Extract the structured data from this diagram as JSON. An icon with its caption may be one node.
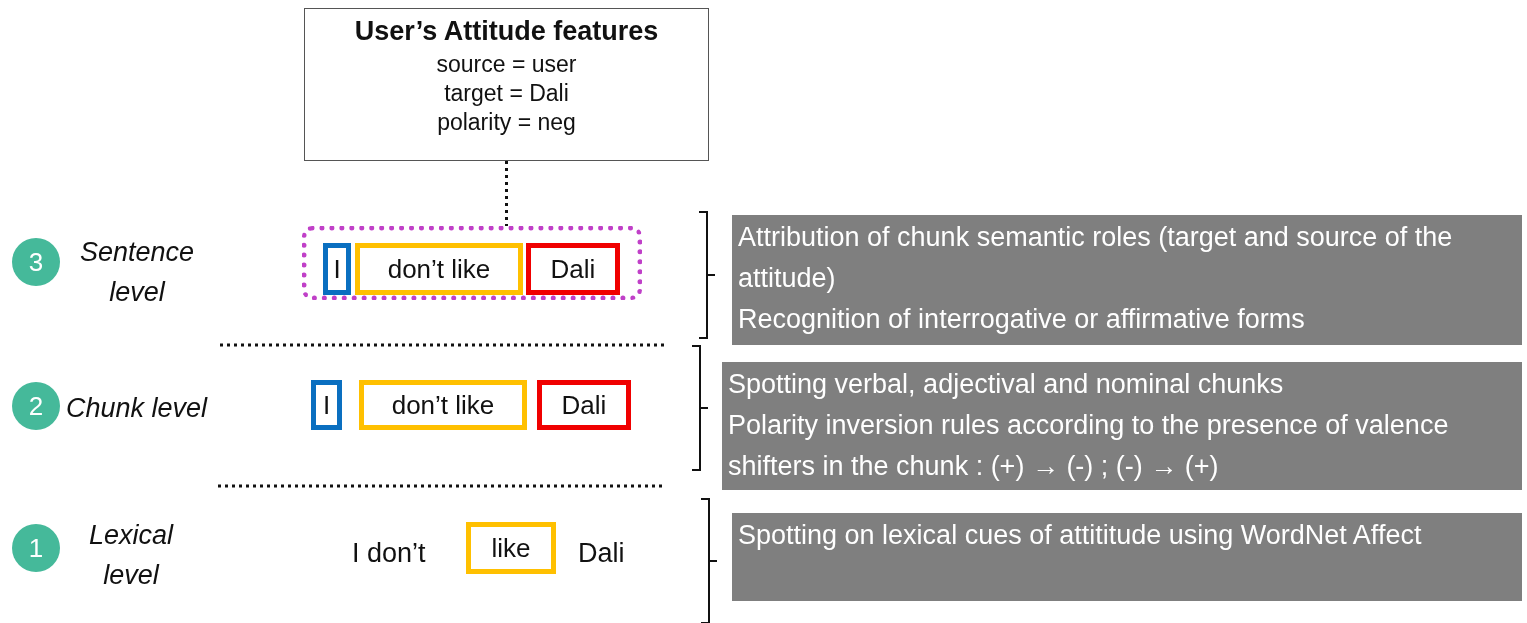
{
  "diagram": {
    "nodes": [
      {
        "text": [
          "User’s Attitude features",
          "source = user",
          "target = Dali",
          "polarity = neg"
        ]
      },
      {
        "text": [
          "3"
        ],
        "beside": [
          "Sentence level"
        ]
      },
      {
        "text": [],
        "shape": "box"
      },
      {
        "text": [
          "I"
        ],
        "in": 2
      },
      {
        "text": [
          "don’t like"
        ],
        "in": 2
      },
      {
        "text": [
          "Dali"
        ],
        "in": 2
      },
      {
        "text": [
          "Attribution of chunk semantic roles (target and source of the attitude)",
          "Recognition of interrogative or affirmative forms"
        ]
      },
      {
        "text": [
          "2"
        ],
        "beside": [
          "Chunk level"
        ]
      },
      {
        "text": [
          "I"
        ]
      },
      {
        "text": [
          "don’t like"
        ]
      },
      {
        "text": [
          "Dali"
        ]
      },
      {
        "text": [
          "Spotting verbal, adjectival and nominal chunks",
          "Polarity inversion rules according to the presence of valence shifters in the chunk : (+) → (-) ; (-) → (+)"
        ]
      },
      {
        "text": [
          "1"
        ],
        "beside": [
          "Lexical level"
        ]
      },
      {
        "text": [
          "like"
        ]
      },
      {
        "text": [
          "Spotting on lexical cues of attititude using WordNet Affect"
        ]
      }
    ],
    "edges": [
      {
        "from": 0,
        "to": 2,
        "arrow": "none",
        "style": "dashed"
      }
    ],
    "labels": [
      "I don’t",
      "Dali"
    ]
  }
}
